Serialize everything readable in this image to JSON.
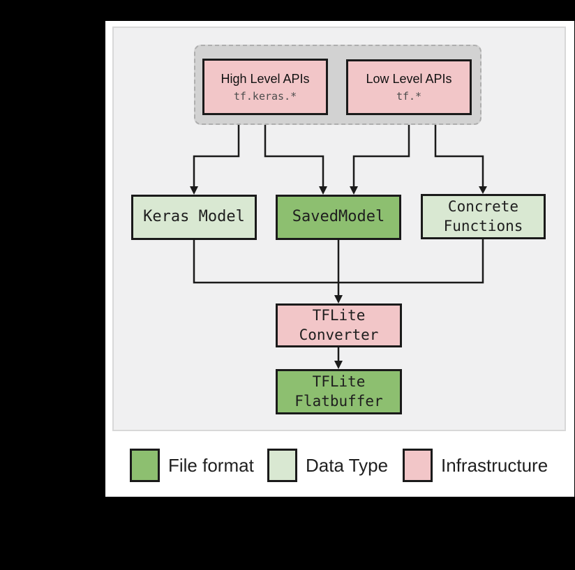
{
  "figure": {
    "api_container": {
      "high_level_apis": {
        "title": "High Level APIs",
        "subtitle": "tf.keras.*"
      },
      "low_level_apis": {
        "title": "Low Level APIs",
        "subtitle": "tf.*"
      }
    },
    "nodes": {
      "keras_model": {
        "label": "Keras Model"
      },
      "saved_model": {
        "label": "SavedModel"
      },
      "concrete_functions": {
        "line1": "Concrete",
        "line2": "Functions"
      },
      "tflite_converter": {
        "line1": "TFLite",
        "line2": "Converter"
      },
      "tflite_flatbuffer": {
        "line1": "TFLite",
        "line2": "Flatbuffer"
      }
    },
    "legend": {
      "items": [
        {
          "label": "File format",
          "color": "#8dbf70"
        },
        {
          "label": "Data Type",
          "color": "#d9e8d2"
        },
        {
          "label": "Infrastructure",
          "color": "#f2c6c8"
        }
      ]
    },
    "colors": {
      "file_format_green": "#8dbf70",
      "data_type_green": "#d9e8d2",
      "infrastructure_pink": "#f2c6c8",
      "container_gray": "#d2d2d2",
      "diagram_background": "#f0f0f1",
      "line_black": "#1a1a1a"
    }
  }
}
